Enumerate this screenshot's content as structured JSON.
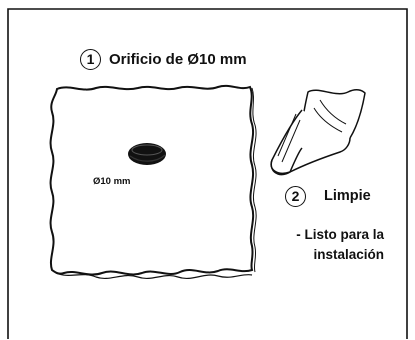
{
  "step1": {
    "number": "1",
    "label": "Orificio de Ø10 mm"
  },
  "hole": {
    "label": "Ø10 mm"
  },
  "step2": {
    "number": "2",
    "label": "Limpie"
  },
  "note": {
    "line1": "- Listo para la",
    "line2": "instalación"
  },
  "icons": {
    "surface": "wavy-surface-panel-icon",
    "hole": "drilled-hole-icon",
    "cloth": "cleaning-cloth-icon"
  },
  "colors": {
    "ink": "#111111",
    "background": "#ffffff"
  }
}
